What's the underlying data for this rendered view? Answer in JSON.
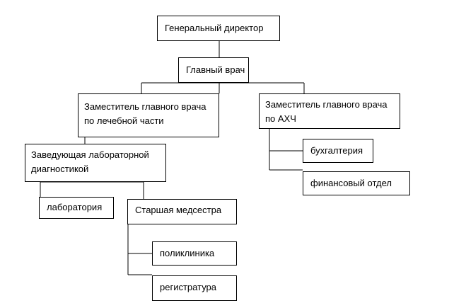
{
  "org_chart": {
    "general_director": "Генеральный директор",
    "chief_physician": "Главный врач",
    "deputy_medical": {
      "line1": "Заместитель главного врача",
      "line2": "по лечебной части"
    },
    "deputy_ahch": {
      "line1": "Заместитель главного врача",
      "line2": "по АХЧ"
    },
    "lab_head": {
      "line1": "Заведующая лабораторной",
      "line2": "диагностикой"
    },
    "accounting": "бухгалтерия",
    "finance": "финансовый отдел",
    "laboratory": "лаборатория",
    "head_nurse": "Старшая медсестра",
    "polyclinic": "поликлиника",
    "registry": "регистратура"
  }
}
